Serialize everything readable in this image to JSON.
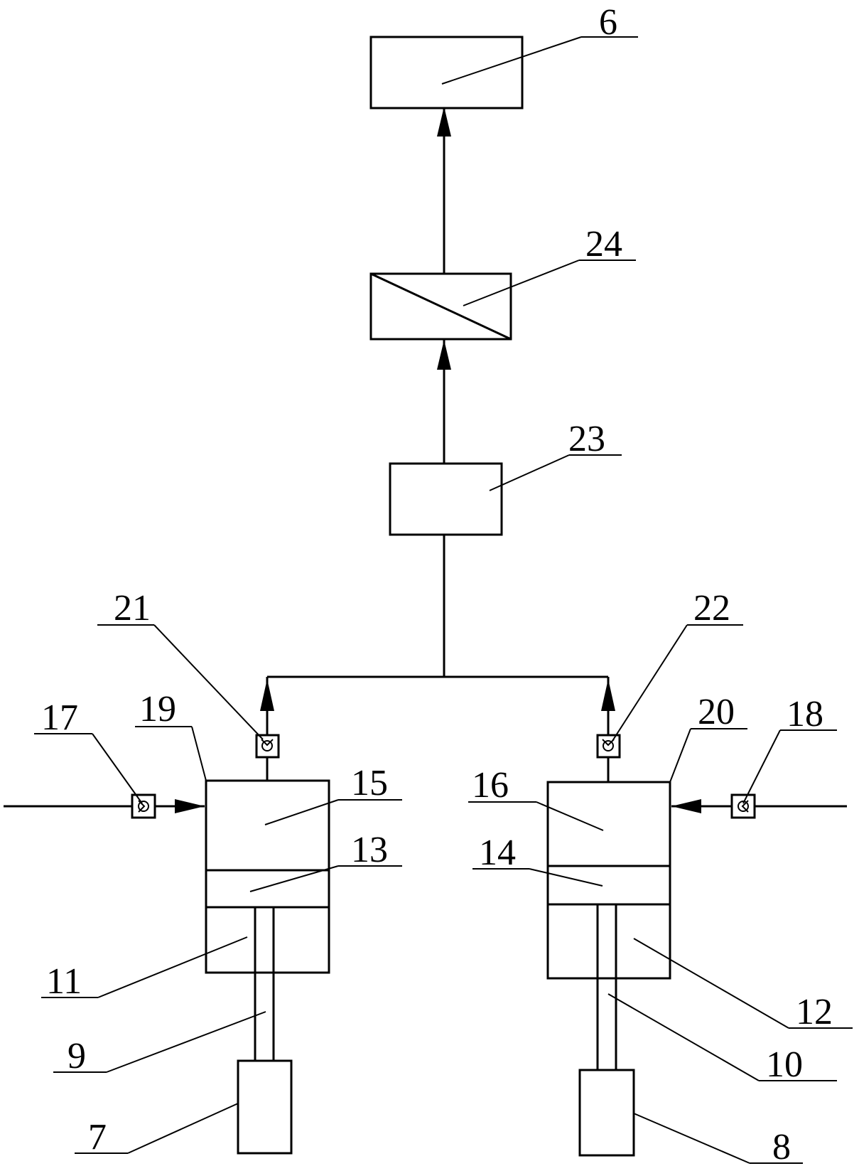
{
  "labels": {
    "6": "6",
    "7": "7",
    "8": "8",
    "9": "9",
    "10": "10",
    "11": "11",
    "12": "12",
    "13": "13",
    "14": "14",
    "15": "15",
    "16": "16",
    "17": "17",
    "18": "18",
    "19": "19",
    "20": "20",
    "21": "21",
    "22": "22",
    "23": "23",
    "24": "24"
  }
}
